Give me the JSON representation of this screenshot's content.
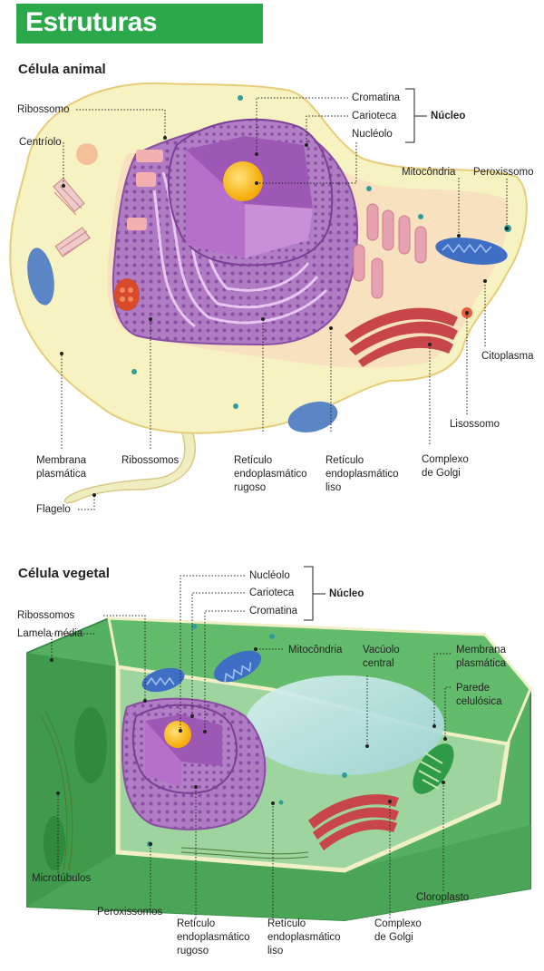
{
  "title": "Estruturas celulares",
  "animal": {
    "heading": "Célula animal",
    "labels": {
      "ribossomo": "Ribossomo",
      "centriolo": "Centríolo",
      "cromatina": "Cromatina",
      "carioteca": "Carioteca",
      "nucleolo": "Nucléolo",
      "nucleo": "Núcleo",
      "mitocondria": "Mitocôndria",
      "peroxissomo": "Peroxissomo",
      "citoplasma": "Citoplasma",
      "lisossomo": "Lisossomo",
      "membrana": "Membrana\nplasmática",
      "ribossomos": "Ribossomos",
      "rer": "Retículo\nendoplasmático\nrugoso",
      "rel": "Retículo\nendoplasmático\nliso",
      "golgi": "Complexo\nde Golgi",
      "flagelo": "Flagelo"
    }
  },
  "vegetal": {
    "heading": "Célula vegetal",
    "labels": {
      "nucleolo": "Nucléolo",
      "carioteca": "Carioteca",
      "cromatina": "Cromatina",
      "nucleo": "Núcleo",
      "ribossomos": "Ribossomos",
      "lamela": "Lamela média",
      "mitocondria": "Mitocôndria",
      "vacuolo": "Vacúolo\ncentral",
      "membrana": "Membrana\nplasmática",
      "parede": "Parede\ncelulósica",
      "microtubulos": "Microtúbulos",
      "peroxissomos": "Peroxissomos",
      "rer": "Retículo\nendoplasmático\nrugoso",
      "rel": "Retículo\nendoplasmático\nliso",
      "golgi": "Complexo\nde Golgi",
      "cloroplasto": "Cloroplasto"
    }
  }
}
